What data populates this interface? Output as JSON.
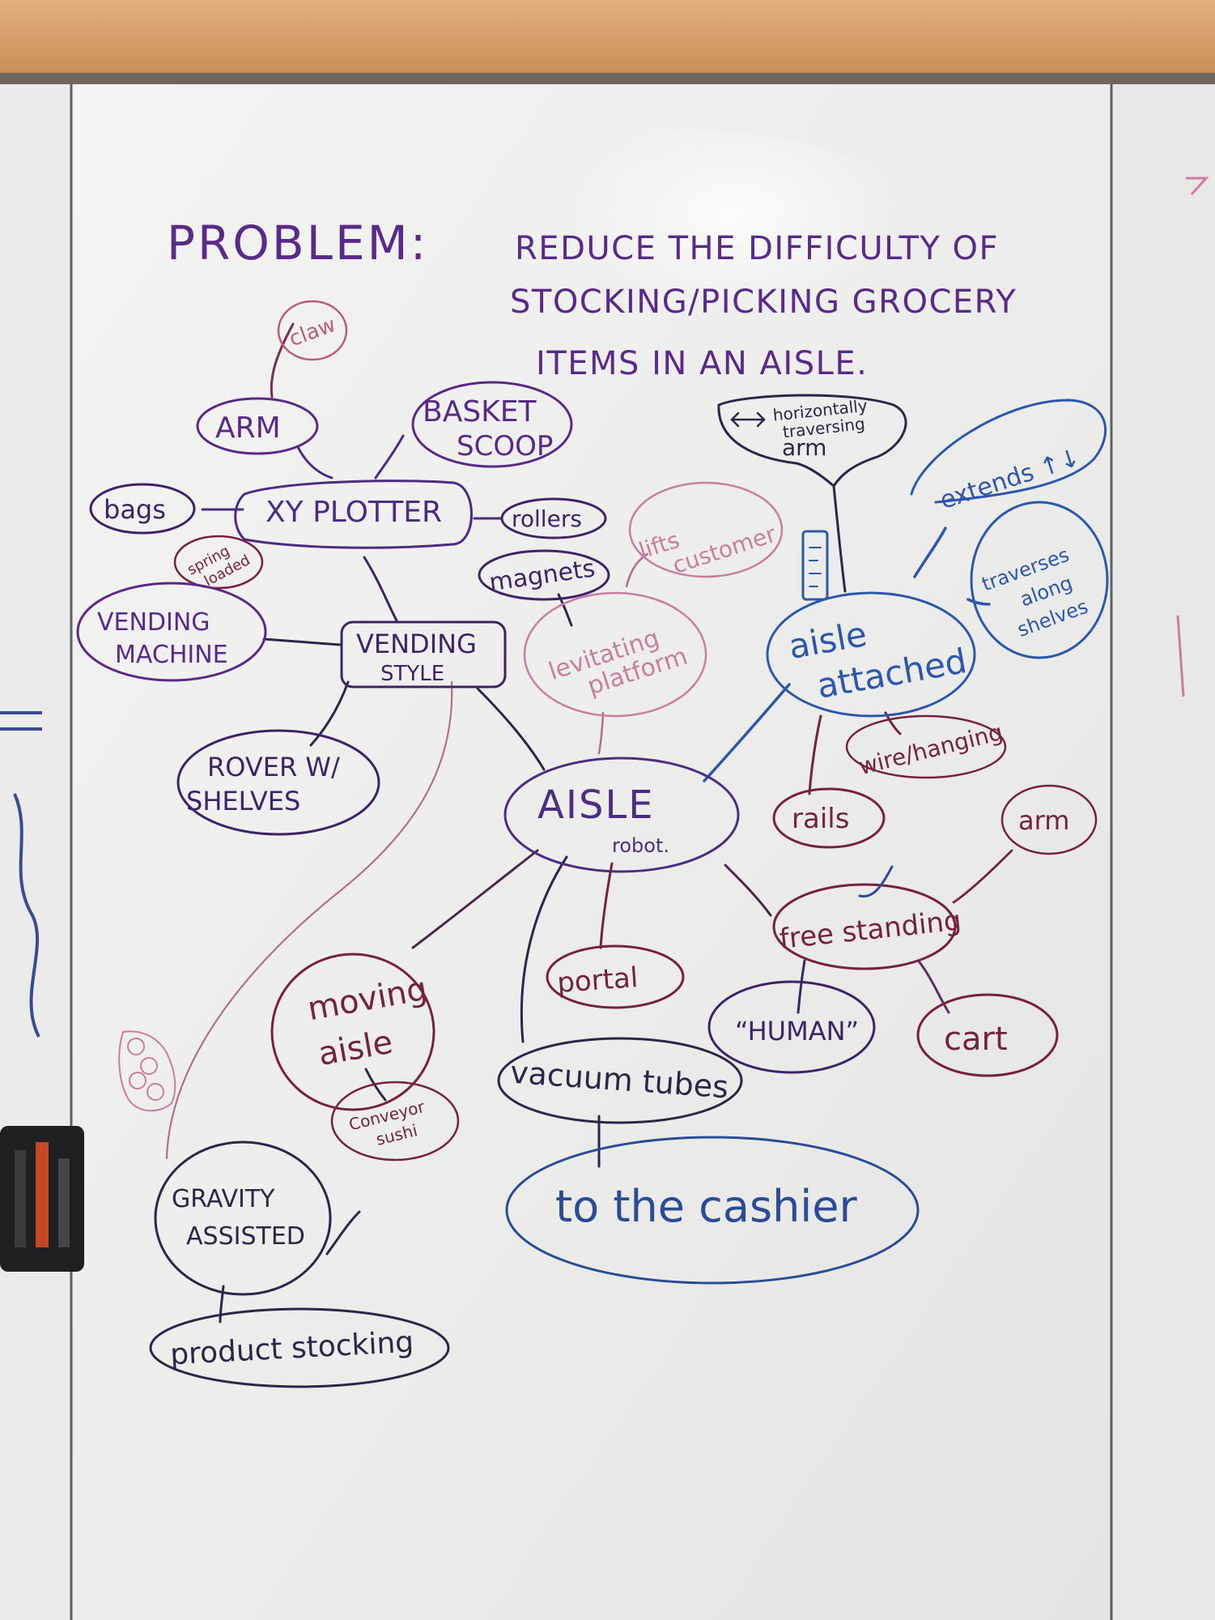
{
  "colors": {
    "wood": "#d8a56f",
    "whiteboard": "#f1f1f0",
    "purple": "#5a2a89",
    "dark_purple": "#3c2467",
    "pink": "#b07089",
    "maroon": "#74223e",
    "blue": "#284d9a",
    "navy": "#25306c",
    "black_blue": "#2c2648"
  },
  "problem": {
    "label": "PROBLEM:",
    "line1": "REDUCE THE DIFFICULTY OF",
    "line2": "STOCKING/PICKING GROCERY",
    "line3": "ITEMS IN AN AISLE."
  },
  "nodes": {
    "aisle_robot": {
      "main": "AISLE",
      "sub": "robot."
    },
    "vending_style": {
      "line1": "VENDING",
      "line2": "STYLE"
    },
    "xy_plotter": "XY PLOTTER",
    "arm_top": "ARM",
    "claw": "claw",
    "basket_scoop": {
      "line1": "BASKET",
      "line2": "SCOOP"
    },
    "bags": "bags",
    "rollers": "rollers",
    "spring_loaded": {
      "line1": "spring",
      "line2": "loaded"
    },
    "vending_machine": {
      "line1": "VENDING",
      "line2": "MACHINE"
    },
    "rover": {
      "line1": "ROVER W/",
      "line2": "SHELVES"
    },
    "magnets": "magnets",
    "lifts_customer": {
      "line1": "lifts",
      "line2": "customer"
    },
    "levitating_platform": {
      "line1": "levitating",
      "line2": "platform"
    },
    "horizontal_arm": {
      "line1": "horizontally",
      "line2": "traversing",
      "line3": "arm"
    },
    "extends": "extends ↑↓",
    "traverses": {
      "line1": "traverses",
      "line2": "along",
      "line3": "shelves"
    },
    "aisle_attached": {
      "line1": "aisle",
      "line2": "attached"
    },
    "wire_hanging": "wire/hanging",
    "rails": "rails",
    "arm_right": "arm",
    "free_standing": "free standing",
    "human": "“HUMAN”",
    "cart": "cart",
    "portal": "portal",
    "moving_aisle": {
      "line1": "moving",
      "line2": "aisle"
    },
    "conveyor_sushi": {
      "line1": "Conveyor",
      "line2": "sushi"
    },
    "vacuum_tubes": "vacuum tubes",
    "to_the_cashier": "to the cashier",
    "gravity_assisted": {
      "line1": "GRAVITY",
      "line2": "ASSISTED"
    },
    "product_stocking": "product stocking"
  }
}
